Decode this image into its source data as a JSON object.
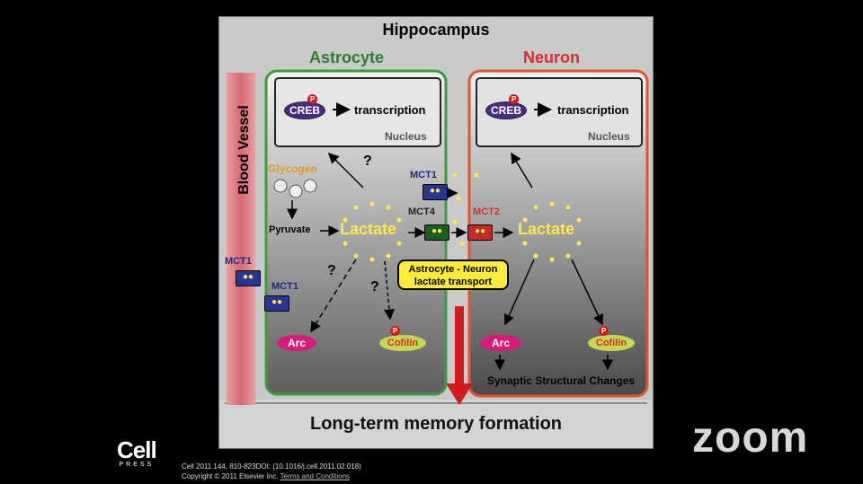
{
  "diagram": {
    "title": "Hippocampus",
    "astrocyte_label": "Astrocyte",
    "neuron_label": "Neuron",
    "blood_vessel_label": "Blood Vessel",
    "astro_nucleus": {
      "creb": "CREB",
      "transcription": "transcription",
      "nucleus": "Nucleus",
      "p": "P"
    },
    "neuron_nucleus": {
      "creb": "CREB",
      "transcription": "transcription",
      "nucleus": "Nucleus",
      "p": "P"
    },
    "glycogen": "Glycogen",
    "pyruvate": "Pyruvate",
    "lactate_astro": "Lactate",
    "lactate_neuron": "Lactate",
    "mct1_top": "MCT1",
    "mct4": "MCT4",
    "mct2": "MCT2",
    "mct1_vessel": "MCT1",
    "mct1_astro": "MCT1",
    "transport_box": [
      "Astrocyte - Neuron",
      "lactate transport"
    ],
    "question_marks": [
      "?",
      "?",
      "?"
    ],
    "arc_astro": "Arc",
    "cofilin_astro": "Cofilin",
    "arc_neuron": "Arc",
    "cofilin_neuron": "Cofilin",
    "synaptic": "Synaptic Structural Changes",
    "memory": "Long-term memory formation",
    "colors": {
      "astrocyte": "#2e7d32",
      "neuron": "#d32f2f",
      "lactate": "#ffe94a",
      "creb": "#4a2a85",
      "arc": "#d81b7a",
      "cofilin": "#a9c63a",
      "mct_blue": "#283593",
      "mct4_green": "#1b5e20",
      "mct2_red": "#c62828"
    }
  },
  "footer": {
    "publisher_logo": "Cell",
    "publisher_sub": "PRESS",
    "citation_line1": "Cell 2011 144, 810-823DOI: (10.1016/j.cell.2011.02.018)",
    "citation_line2": "Copyright © 2011 Elsevier Inc.",
    "terms_link": "Terms and Conditions",
    "zoom_logo": "zoom"
  }
}
